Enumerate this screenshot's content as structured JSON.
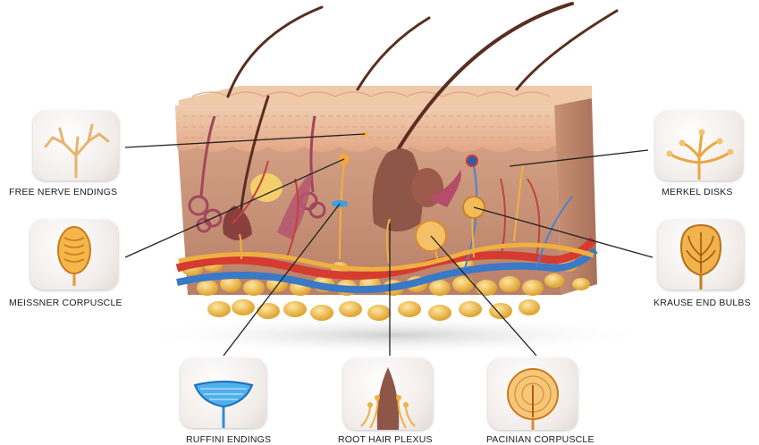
{
  "labels": {
    "free_nerve_endings": "FREE NERVE ENDINGS",
    "meissner_corpuscle": "MEISSNER CORPUSCLE",
    "ruffini_endings": "RUFFINI ENDINGS",
    "root_hair_plexus": "ROOT HAIR PLEXUS",
    "pacinian_corpuscle": "PACINIAN CORPUSCLE",
    "merkel_disks": "MERKEL DISKS",
    "krause_end_bulbs": "KRAUSE END BULBS"
  },
  "colors": {
    "epidermis": "#e8b99a",
    "dermis": "#c9987e",
    "hair": "#5a2e22",
    "nerve": "#f0b040",
    "artery": "#d63b30",
    "vein": "#3a78c8",
    "fat": "#f2c65a",
    "leader_line": "#222222"
  }
}
